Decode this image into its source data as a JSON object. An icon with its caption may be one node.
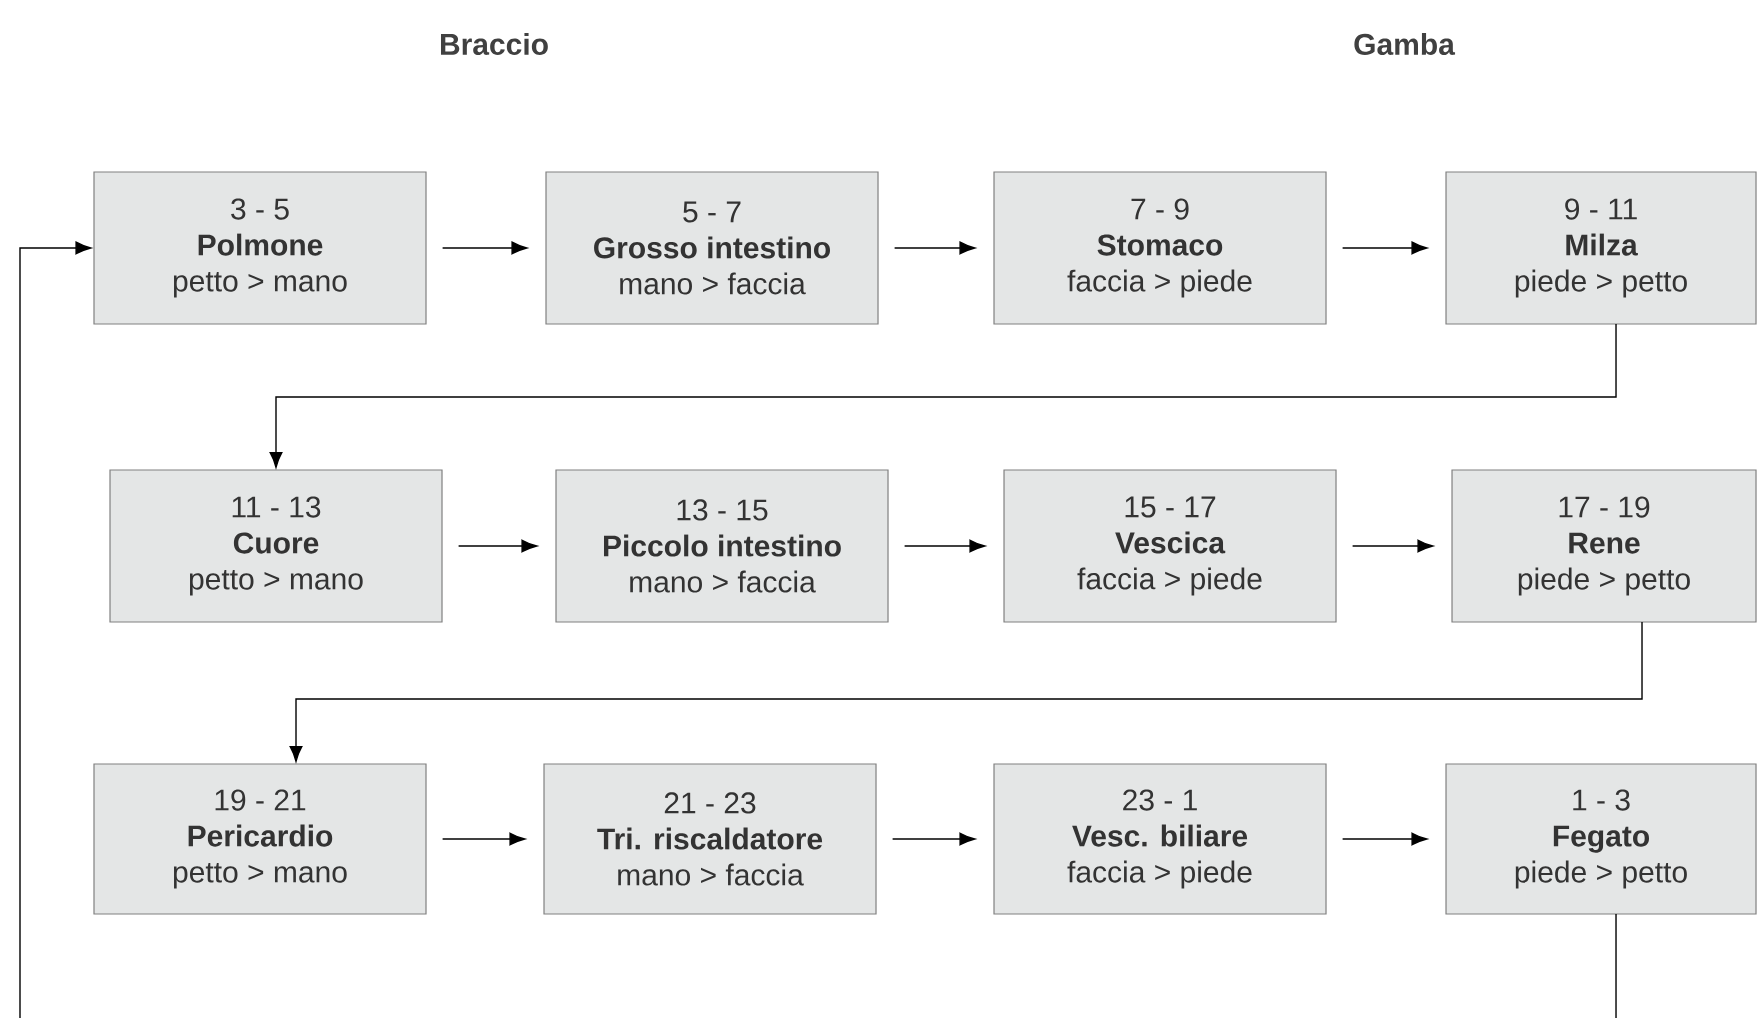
{
  "diagram": {
    "nodes": [
      {
        "text": [
          "3 - 5",
          "Polmone",
          "petto > mano"
        ]
      },
      {
        "text": [
          "5 - 7",
          "Grosso intestino",
          "mano > faccia"
        ]
      },
      {
        "text": [
          "7 - 9",
          "Stomaco",
          "faccia > piede"
        ]
      },
      {
        "text": [
          "9 - 11",
          "Milza",
          "piede > petto"
        ]
      },
      {
        "text": [
          "11 - 13",
          "Cuore",
          "petto > mano"
        ]
      },
      {
        "text": [
          "13 - 15",
          "Piccolo intestino",
          "mano > faccia"
        ]
      },
      {
        "text": [
          "15 - 17",
          "Vescica",
          "faccia > piede"
        ]
      },
      {
        "text": [
          "17 - 19",
          "Rene",
          "piede > petto"
        ]
      },
      {
        "text": [
          "19 - 21",
          "Pericardio",
          "petto > mano"
        ]
      },
      {
        "text": [
          "21 - 23",
          "Tri. riscaldatore",
          "mano > faccia"
        ]
      },
      {
        "text": [
          "23 - 1",
          "Vesc. biliare",
          "faccia > piede"
        ]
      },
      {
        "text": [
          "1 - 3",
          "Fegato",
          "piede > petto"
        ]
      }
    ],
    "edges": [
      {
        "from": 0,
        "to": 1,
        "arrow": "to"
      },
      {
        "from": 1,
        "to": 2,
        "arrow": "to"
      },
      {
        "from": 2,
        "to": 3,
        "arrow": "to"
      },
      {
        "from": 3,
        "to": 4,
        "arrow": "to"
      },
      {
        "from": 4,
        "to": 5,
        "arrow": "to"
      },
      {
        "from": 5,
        "to": 6,
        "arrow": "to"
      },
      {
        "from": 6,
        "to": 7,
        "arrow": "to"
      },
      {
        "from": 7,
        "to": 8,
        "arrow": "to"
      },
      {
        "from": 8,
        "to": 9,
        "arrow": "to"
      },
      {
        "from": 9,
        "to": 10,
        "arrow": "to"
      },
      {
        "from": 10,
        "to": 11,
        "arrow": "to"
      },
      {
        "from": 11,
        "to": 0,
        "arrow": "to"
      }
    ],
    "labels": [
      "Braccio",
      "Gamba"
    ]
  }
}
